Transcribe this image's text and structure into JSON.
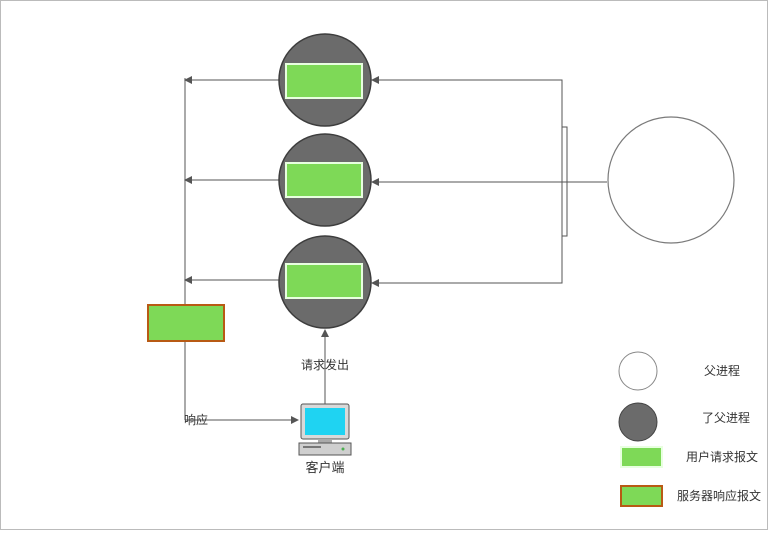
{
  "labels": {
    "request_sent": "请求发出",
    "response": "响应",
    "client": "客户端"
  },
  "legend": {
    "parent_process": "父进程",
    "child_process": "了父进程",
    "user_request": "用户请求报文",
    "server_response": "服务器响应报文"
  },
  "colors": {
    "child_circle": "#6b6b6b",
    "request_rect": "#7ed957",
    "request_border": "#e8ffe0",
    "response_rect": "#7ed957",
    "response_border": "#b85a14",
    "parent_circle": "#ffffff",
    "line": "#555555"
  },
  "icons": {
    "client": "desktop-computer-icon"
  }
}
